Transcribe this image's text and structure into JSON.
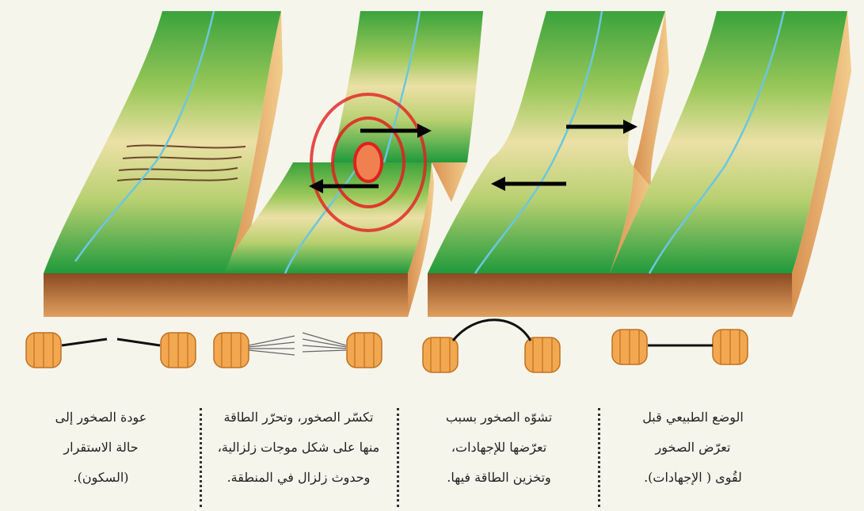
{
  "captions": [
    {
      "stage": 4,
      "text_lines": [
        "عودة الصخور إلى",
        "حالة الاستقرار",
        "(السكون)."
      ]
    },
    {
      "stage": 3,
      "text_lines": [
        "تكسّر الصخور، وتحرّر الطاقة",
        "منها على شكل موجات زلزالية،",
        "وحدوث زلزال في المنطقة."
      ]
    },
    {
      "stage": 2,
      "text_lines": [
        "تشوّه الصخور بسبب",
        "تعرّضها للإجهادات،",
        "وتخزين الطاقة فيها."
      ]
    },
    {
      "stage": 1,
      "text_lines": [
        "الوضع الطبيعي قبل",
        "تعرّض الصخور",
        "لقُوى ( الإجهادات)."
      ]
    }
  ],
  "colors": {
    "green": "#2e9a3a",
    "sand": "#e8dca0",
    "front": "#a8652e",
    "side": "#e0a860",
    "river": "#6cc6e0",
    "quake": "#e02020",
    "hand": "#f0a850"
  }
}
